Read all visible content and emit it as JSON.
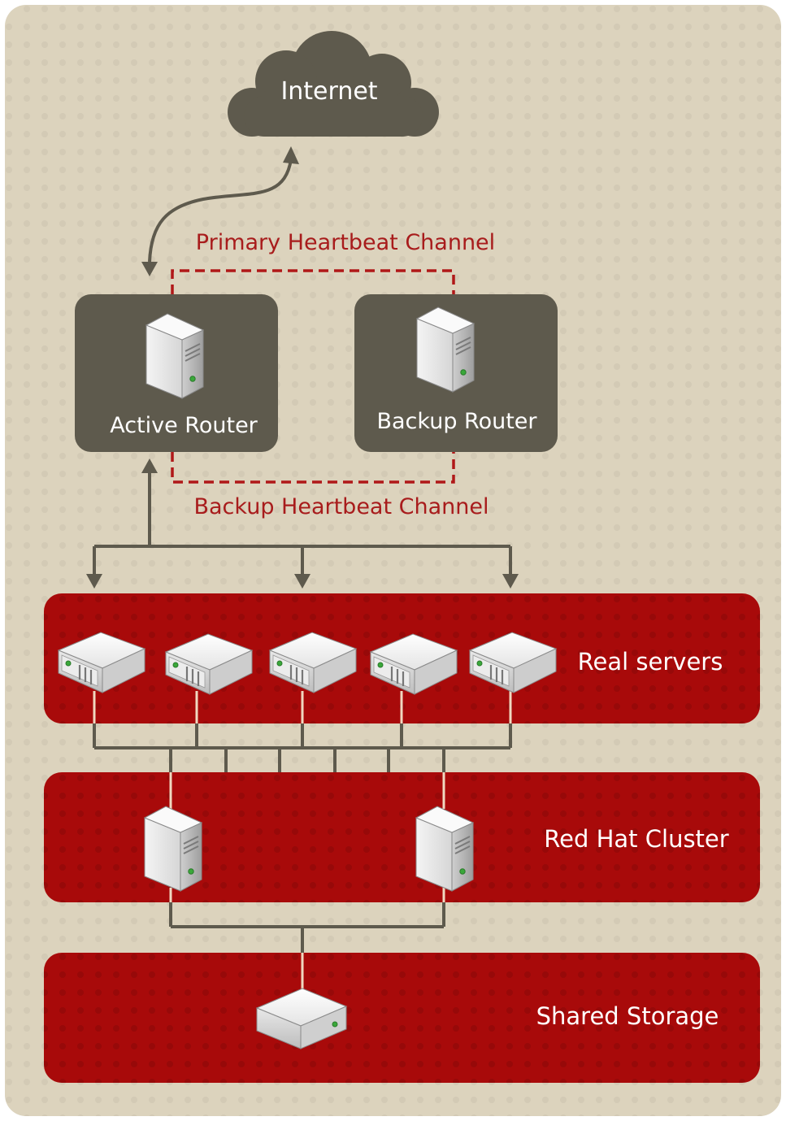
{
  "diagram": {
    "cloud_label": "Internet",
    "primary_heartbeat_label": "Primary Heartbeat Channel",
    "backup_heartbeat_label": "Backup Heartbeat Channel",
    "active_router_label": "Active Router",
    "backup_router_label": "Backup Router",
    "real_servers_label": "Real servers",
    "cluster_label": "Red Hat Cluster",
    "storage_label": "Shared Storage"
  },
  "colors": {
    "background": "#dcd3bd",
    "router_box": "#5e5a4d",
    "layer_red": "#a80a0a",
    "heartbeat_dash": "#b01818",
    "heartbeat_text": "#a81c1c",
    "connector": "#5e5a4d",
    "white_text": "#ffffff"
  }
}
